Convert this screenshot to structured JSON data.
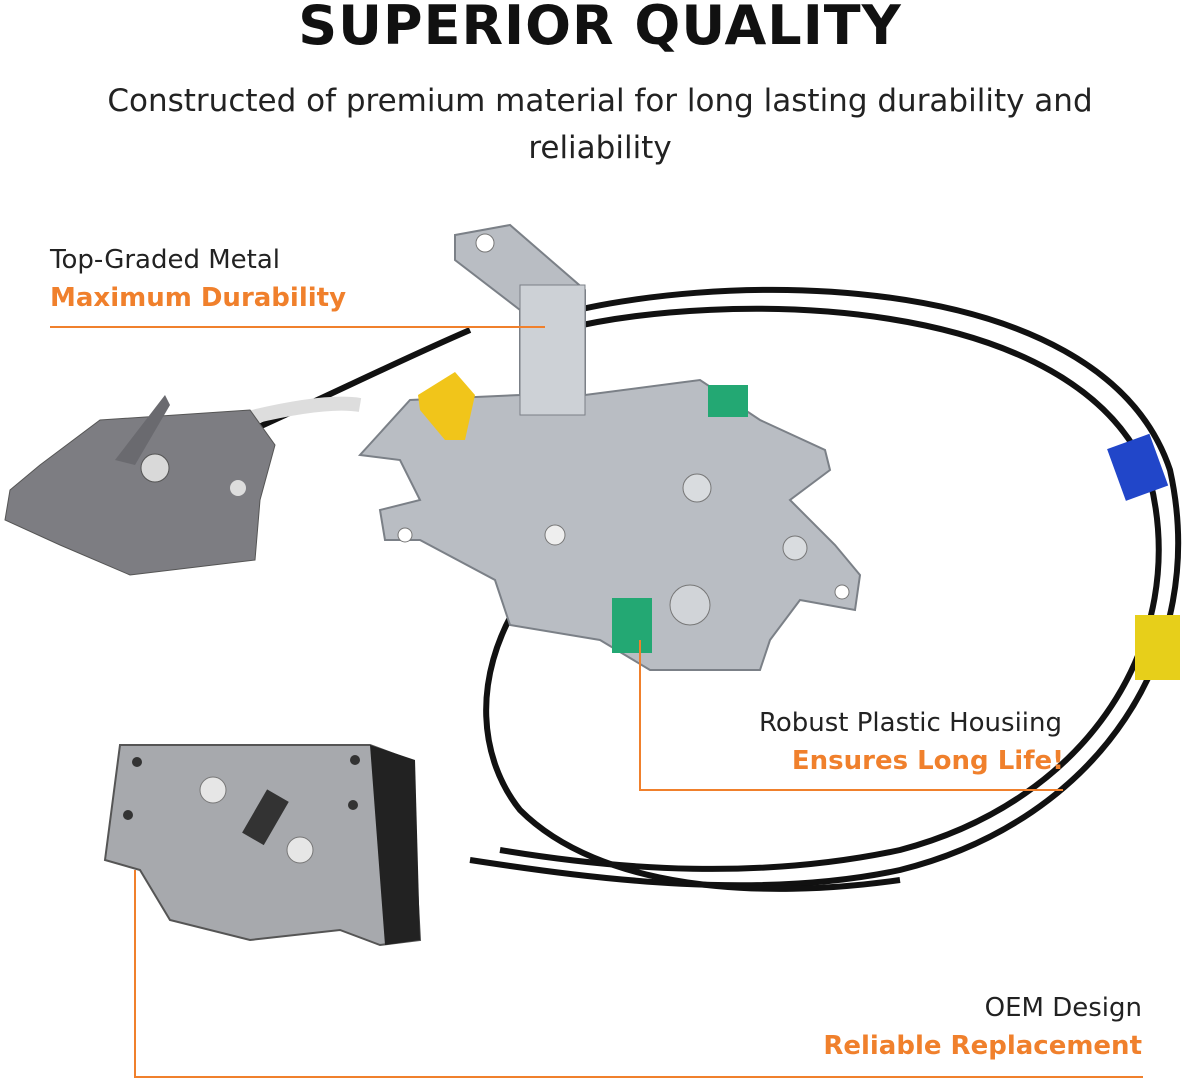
{
  "header": {
    "title": "SUPERIOR QUALITY",
    "subtitle": "Constructed of premium material for long lasting durability and reliability"
  },
  "callouts": [
    {
      "label": "Top-Graded Metal",
      "highlight": "Maximum Durability"
    },
    {
      "label": "Robust Plastic Housiing",
      "highlight": "Ensures Long Life!"
    },
    {
      "label": "OEM Design",
      "highlight": "Reliable Replacement"
    }
  ],
  "colors": {
    "accent": "#f0802c",
    "text": "#222222"
  }
}
